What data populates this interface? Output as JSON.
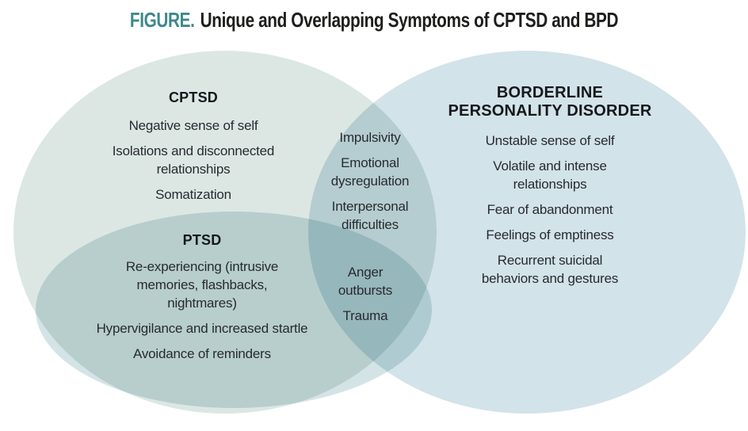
{
  "title": {
    "label": "FIGURE.",
    "text": "Unique and Overlapping Symptoms of CPTSD and BPD"
  },
  "colors": {
    "figure_label": "#3d898c",
    "title_text": "#1e1e1c",
    "body_text": "#282a2f",
    "heading_text": "#16181c",
    "cptsd_fill": "#dce7e4",
    "bpd_fill": "#d2e3e9",
    "ptsd_fill": "#d4e4e6"
  },
  "venn": {
    "type": "venn-diagram",
    "cptsd": {
      "heading": "CPTSD",
      "items": [
        "Negative sense of self",
        "Isolations and disconnected relationships",
        "Somatization"
      ]
    },
    "bpd": {
      "heading": "BORDERLINE PERSONALITY DISORDER",
      "items": [
        "Unstable sense of self",
        "Volatile and intense relationships",
        "Fear of abandonment",
        "Feelings of emptiness",
        "Recurrent suicidal behaviors and gestures"
      ]
    },
    "ptsd": {
      "heading": "PTSD",
      "items": [
        "Re-experiencing (intrusive memories, flashbacks, nightmares)",
        "Hypervigilance and increased startle",
        "Avoidance of reminders"
      ]
    },
    "cptsd_bpd_shared": {
      "items": [
        "Impulsivity",
        "Emotional dysregulation",
        "Interpersonal difficulties"
      ]
    },
    "ptsd_bpd_shared": {
      "items": [
        "Anger outbursts",
        "Trauma"
      ]
    }
  }
}
